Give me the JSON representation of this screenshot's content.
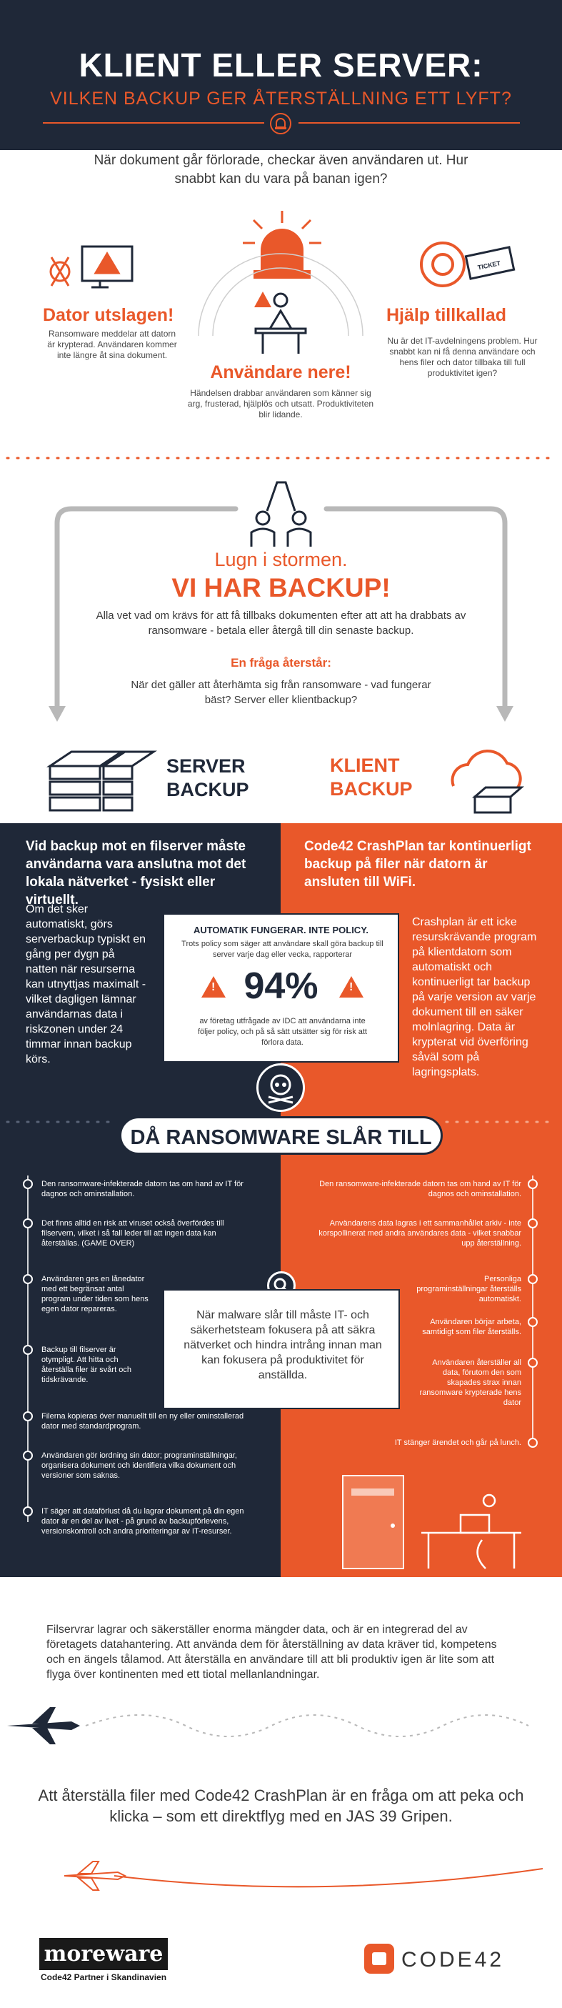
{
  "header": {
    "title": "KLIENT ELLER SERVER:",
    "subtitle": "VILKEN BACKUP GER ÅTERSTÄLLNING ETT LYFT?"
  },
  "intro": "När dokument går förlorade, checkar även användaren ut. Hur snabbt kan du vara på banan igen?",
  "scenario": {
    "dator_title": "Dator utslagen!",
    "dator_text": "Ransomware meddelar att datorn är krypterad. Användaren kommer inte längre åt sina dokument.",
    "anvandare_title": "Användare nere!",
    "anvandare_text": "Händelsen drabbar användaren som känner sig arg, frusterad, hjälplös och utsatt. Produktiviteten blir lidande.",
    "hjalp_title": "Hjälp tillkallad",
    "hjalp_text": "Nu är det IT-avdelningens problem. Hur snabbt kan ni få denna användare och hens filer och dator tillbaka till full produktivitet igen?",
    "ticket_label": "TICKET"
  },
  "calm": {
    "lugn": "Lugn i stormen.",
    "big": "VI HAR BACKUP!",
    "text": "Alla vet vad om krävs för att få tillbaks dokumenten efter att att ha drabbats av ransomware - betala eller återgå till din senaste backup.",
    "fraga_title": "En fråga återstår:",
    "fraga_text": "När det gäller att återhämta sig från ransomware - vad fungerar bäst? Server eller klientbackup?"
  },
  "labels": {
    "server_1": "SERVER",
    "server_2": "BACKUP",
    "client_1": "KLIENT",
    "client_2": "BACKUP"
  },
  "server": {
    "lead": "Vid backup mot en filserver måste användarna vara anslutna mot det lokala nätverket - fysiskt eller virtuellt.",
    "body": "Om det sker automatiskt, görs serverbackup typiskt en gång per dygn på natten när resurserna kan utnyttjas maximalt - vilket dagligen lämnar användarnas data i riskzonen under 24 timmar innan backup körs."
  },
  "client": {
    "lead": "Code42 CrashPlan tar kontinuerligt backup på filer när datorn är ansluten till WiFi.",
    "body": "Crashplan är ett icke resurskrävande program på klientdatorn som automatiskt och kontinuerligt tar backup på varje version av varje dokument till en säker molnlagring. Data är krypterat vid överföring såväl som på lagringsplats."
  },
  "policy": {
    "title": "AUTOMATIK FUNGERAR. INTE POLICY.",
    "text": "Trots policy som säger att användare skall göra backup till server varje dag eller vecka, rapporterar",
    "value": "94%",
    "foot": "av företag utfrågade av IDC att användarna inte följer policy, och på så sätt utsätter sig för risk att förlora data."
  },
  "ransom": {
    "title": "DÅ RANSOMWARE SLÅR TILL"
  },
  "server_steps": [
    "Den ransomware-infekterade datorn tas om hand av IT för dagnos och ominstallation.",
    "Det finns alltid en risk att viruset också överfördes till filservern, vilket i så fall leder till att ingen data kan återställas. (GAME OVER)",
    "Användaren ges en lånedator med ett begränsat antal program under tiden som hens egen dator repareras.",
    "Backup till filserver är otympligt. Att hitta och återställa filer är svårt och tidskrävande.",
    "Filerna kopieras över manuellt till en ny eller ominstallerad dator med standardprogram.",
    "Användaren gör iordning sin dator; programinställningar, organisera dokument och identifiera vilka dokument och versioner som saknas.",
    "IT säger att dataförlust då du lagrar dokument på din egen dator är en del av livet - på grund av backupförlevens, versionskontroll och andra prioriteringar av IT-resurser."
  ],
  "client_steps": [
    "Den ransomware-infekterade datorn tas om hand av IT för dagnos och ominstallation.",
    "Användarens data lagras i ett sammanhållet arkiv - inte korspollinerat med andra användares data - vilket snabbar upp återställning.",
    "Personliga programinställningar återställs automatiskt.",
    "Användaren börjar arbeta, samtidigt som filer återställs.",
    "Användaren återställer all data, förutom den som skapades strax innan ransomware krypterade hens dator",
    "IT stänger ärendet och går på lunch."
  ],
  "malware": {
    "text": "När malware slår till måste IT- och säkerhetsteam fokusera på att säkra nätverket och hindra intrång innan man kan fokusera på produktivitet för anställda."
  },
  "summary": {
    "p1": "Filservrar lagrar och säkerställer enorma mängder data, och är en integrerad del av företagets datahantering. Att använda dem för återställning av data kräver tid, kompetens och en ängels tålamod. Att återställa en användare till att bli produktiv igen är lite som att flyga över kontinenten med ett tiotal mellanlandningar.",
    "p2": "Att återställa filer med Code42 CrashPlan är en fråga om att peka och klicka – som ett direktflyg med en JAS 39 Gripen."
  },
  "footer": {
    "moreware": "moreware",
    "moreware_sub": "Code42 Partner i Skandinavien",
    "code42": "CODE42"
  },
  "colors": {
    "navy": "#1f2838",
    "orange": "#e9582a"
  }
}
